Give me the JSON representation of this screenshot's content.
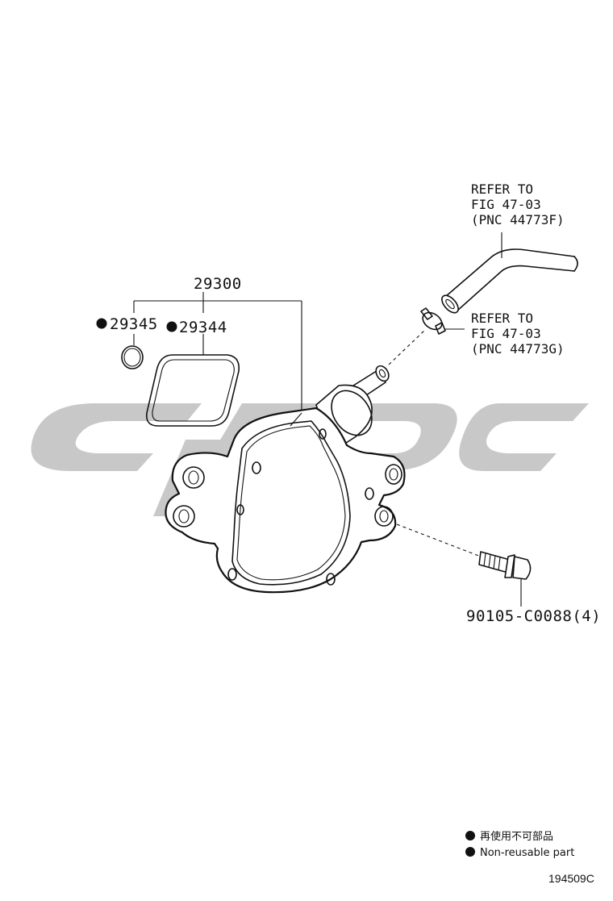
{
  "parts": {
    "assembly": "29300",
    "oring": "29345",
    "gasket": "29344",
    "bolt": "90105-C0088(4)"
  },
  "references": {
    "hose": [
      "REFER TO",
      "FIG 47-03",
      "(PNC 44773F)"
    ],
    "clamp": [
      "REFER TO",
      "FIG 47-03",
      "(PNC 44773G)"
    ]
  },
  "legend": {
    "japanese": "再使用不可部品",
    "english": "Non-reusable part"
  },
  "diagram_id": "194509C",
  "watermark_color": "#c8c8c8"
}
